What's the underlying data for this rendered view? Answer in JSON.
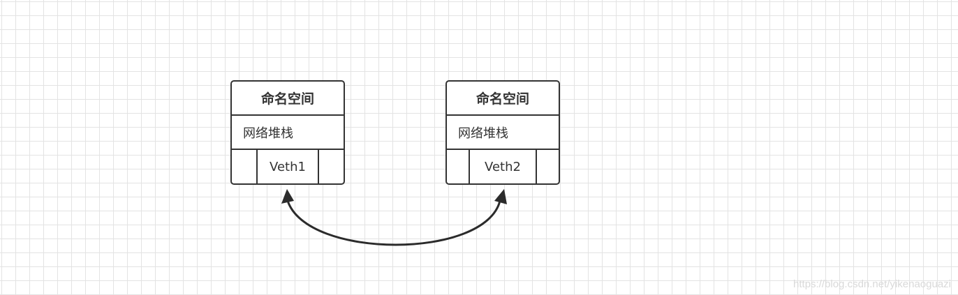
{
  "namespaces": [
    {
      "title": "命名空间",
      "stack_label": "网络堆栈",
      "ports": [
        "",
        "Veth1",
        ""
      ]
    },
    {
      "title": "命名空间",
      "stack_label": "网络堆栈",
      "ports": [
        "",
        "Veth2",
        ""
      ]
    }
  ],
  "connection": {
    "from": "Veth1",
    "to": "Veth2",
    "style": "curved-double-arrow",
    "stroke_color": "#2b2b2b"
  },
  "colors": {
    "grid_line": "#e3e3e3",
    "border": "#333333",
    "text": "#333333",
    "watermark": "#d9d9d9"
  },
  "watermark": "https://blog.csdn.net/yikenaoguazi"
}
